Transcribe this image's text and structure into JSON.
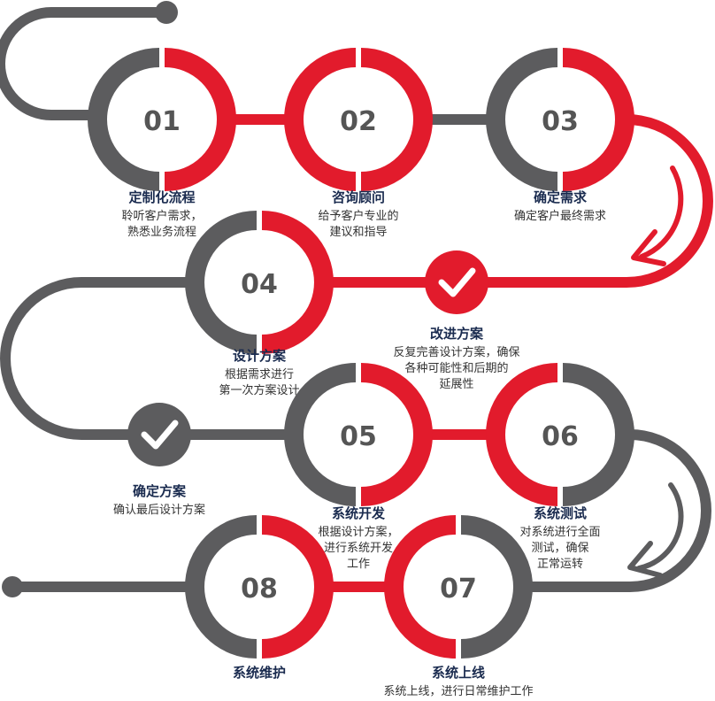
{
  "colors": {
    "red": "#e21b2c",
    "gray": "#5c5c5e",
    "navy": "#1a2b4f",
    "text": "#333333"
  },
  "steps": [
    {
      "number": "01",
      "title": "定制化流程",
      "desc": [
        "聆听客户需求，",
        "熟悉业务流程"
      ]
    },
    {
      "number": "02",
      "title": "咨询顾问",
      "desc": [
        "给予客户专业的",
        "建议和指导"
      ]
    },
    {
      "number": "03",
      "title": "确定需求",
      "desc": [
        "确定客户最终需求"
      ]
    },
    {
      "number": "04",
      "title": "设计方案",
      "desc": [
        "根据需求进行",
        "第一次方案设计"
      ]
    },
    {
      "icon": "check-icon",
      "title": "改进方案",
      "desc": [
        "反复完善设计方案，确保",
        "各种可能性和后期的",
        "延展性"
      ]
    },
    {
      "icon": "check-icon",
      "title": "确定方案",
      "desc": [
        "确认最后设计方案"
      ]
    },
    {
      "number": "05",
      "title": "系统开发",
      "desc": [
        "根据设计方案，",
        "进行系统开发",
        "工作"
      ]
    },
    {
      "number": "06",
      "title": "系统测试",
      "desc": [
        "对系统进行全面",
        "测试，确保",
        "正常运转"
      ]
    },
    {
      "number": "07",
      "title": "系统上线",
      "desc": [
        "系统上线，进行日常维护工作"
      ]
    },
    {
      "number": "08",
      "title": "系统维护",
      "desc": []
    }
  ]
}
